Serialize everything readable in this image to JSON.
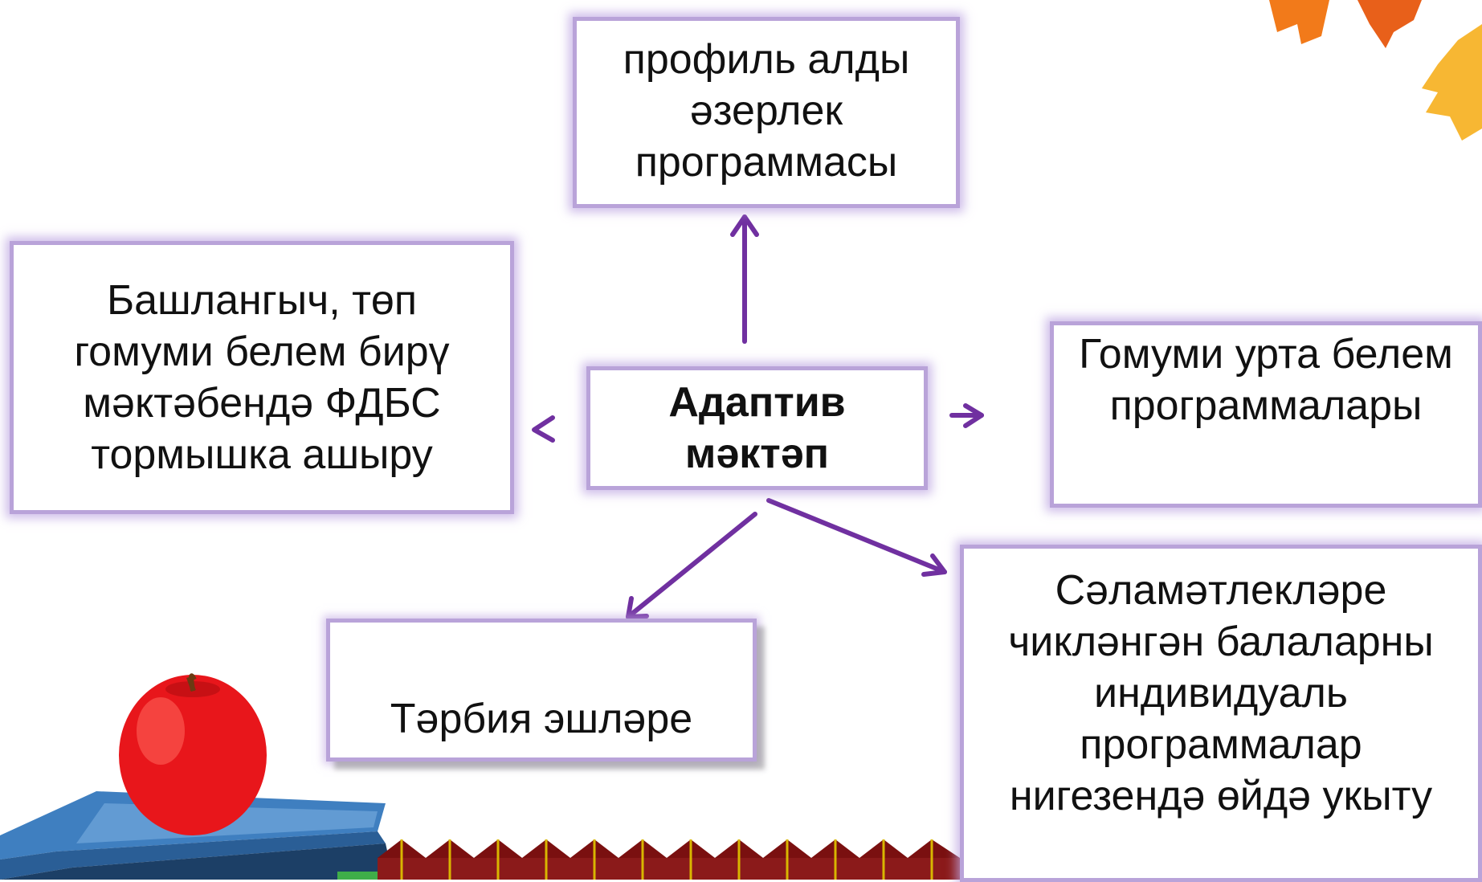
{
  "diagram": {
    "center": "Адаптив\nмәктәп",
    "top": "профиль алды\nәзерлек\nпрограммасы",
    "left": "Башлангыч, төп\nгомуми белем бирү\nмәктәбендә ФДБС\nтормышка ашыру",
    "right": "Гомуми урта белем\nпрограммалары",
    "bottom_left": "Тәрбия эшләре",
    "bottom_right": "Сәламәтлекләре\nчикләнгән балаларны\nиндивидуаль\nпрограммалар\nнигезендә өйдә укыту"
  },
  "colors": {
    "arrow": "#7030a0",
    "box_border": "#b9a3d9",
    "leaf_orange": "#f27a1a",
    "leaf_yellow": "#f7b733",
    "apple_red": "#e8161b",
    "book_blue": "#3f7fc0",
    "fence_red": "#8b1a1a"
  },
  "icons": [
    "autumn-leaf-icon",
    "apple-icon",
    "book-stack-icon",
    "fence-decoration"
  ]
}
